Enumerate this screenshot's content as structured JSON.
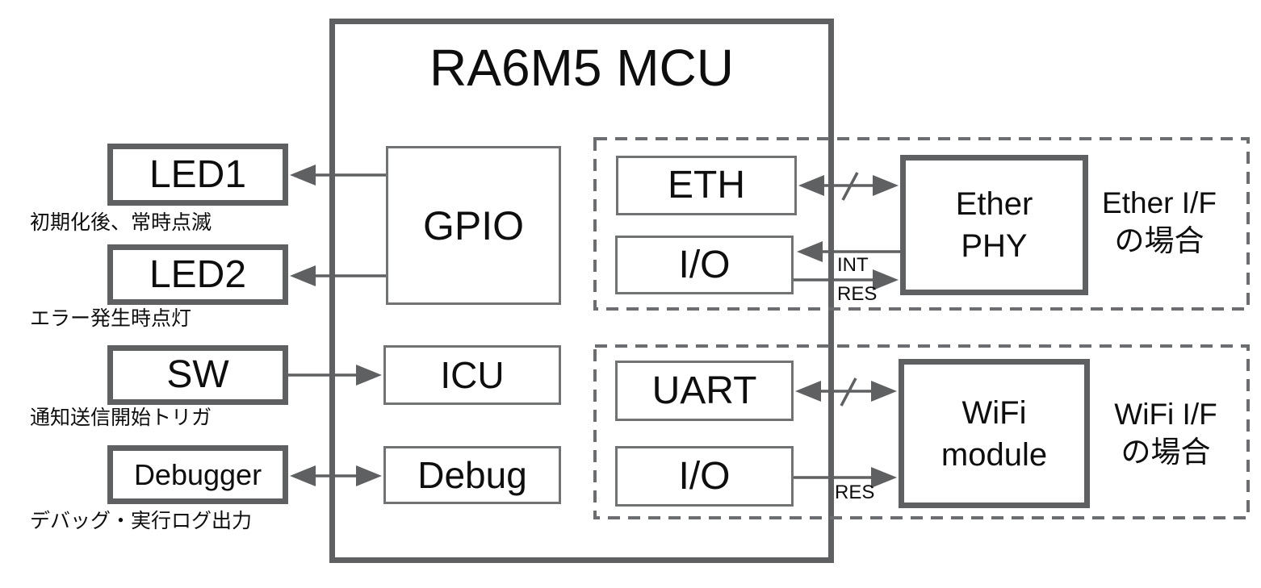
{
  "diagram_title": "RA6M5 MCU",
  "peripherals": [
    {
      "label": "LED1",
      "caption": "初期化後、常時点滅"
    },
    {
      "label": "LED2",
      "caption": "エラー発生時点灯"
    },
    {
      "label": "SW",
      "caption": "通知送信開始トリガ"
    },
    {
      "label": "Debugger",
      "caption": "デバッグ・実行ログ出力"
    }
  ],
  "mcu_blocks": {
    "gpio": "GPIO",
    "icu": "ICU",
    "debug": "Debug"
  },
  "ether_group": {
    "eth": "ETH",
    "io": "I/O",
    "phy_line1": "Ether",
    "phy_line2": "PHY",
    "caption_line1": "Ether I/F",
    "caption_line2": "の場合",
    "signal_int": "INT",
    "signal_res": "RES"
  },
  "wifi_group": {
    "uart": "UART",
    "io": "I/O",
    "module_line1": "WiFi",
    "module_line2": "module",
    "caption_line1": "WiFi I/F",
    "caption_line2": "の場合",
    "signal_res": "RES"
  },
  "colors": {
    "stroke_grey": "#5e6062",
    "thin_border_grey": "#707274",
    "dash_grey": "#6b6d70",
    "text": "#0e0e0e",
    "background": "#ffffff"
  }
}
